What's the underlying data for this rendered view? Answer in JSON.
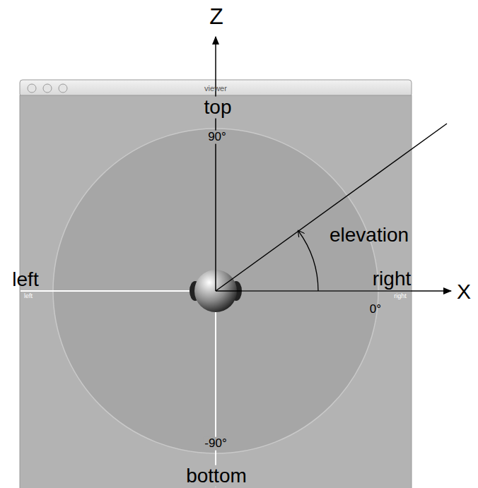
{
  "diagram": {
    "labels": [
      "Z",
      "viewer",
      "top",
      "90°",
      "left",
      "left",
      "right",
      "right",
      "0°",
      "elevation",
      "X",
      "-90°",
      "bottom"
    ]
  }
}
